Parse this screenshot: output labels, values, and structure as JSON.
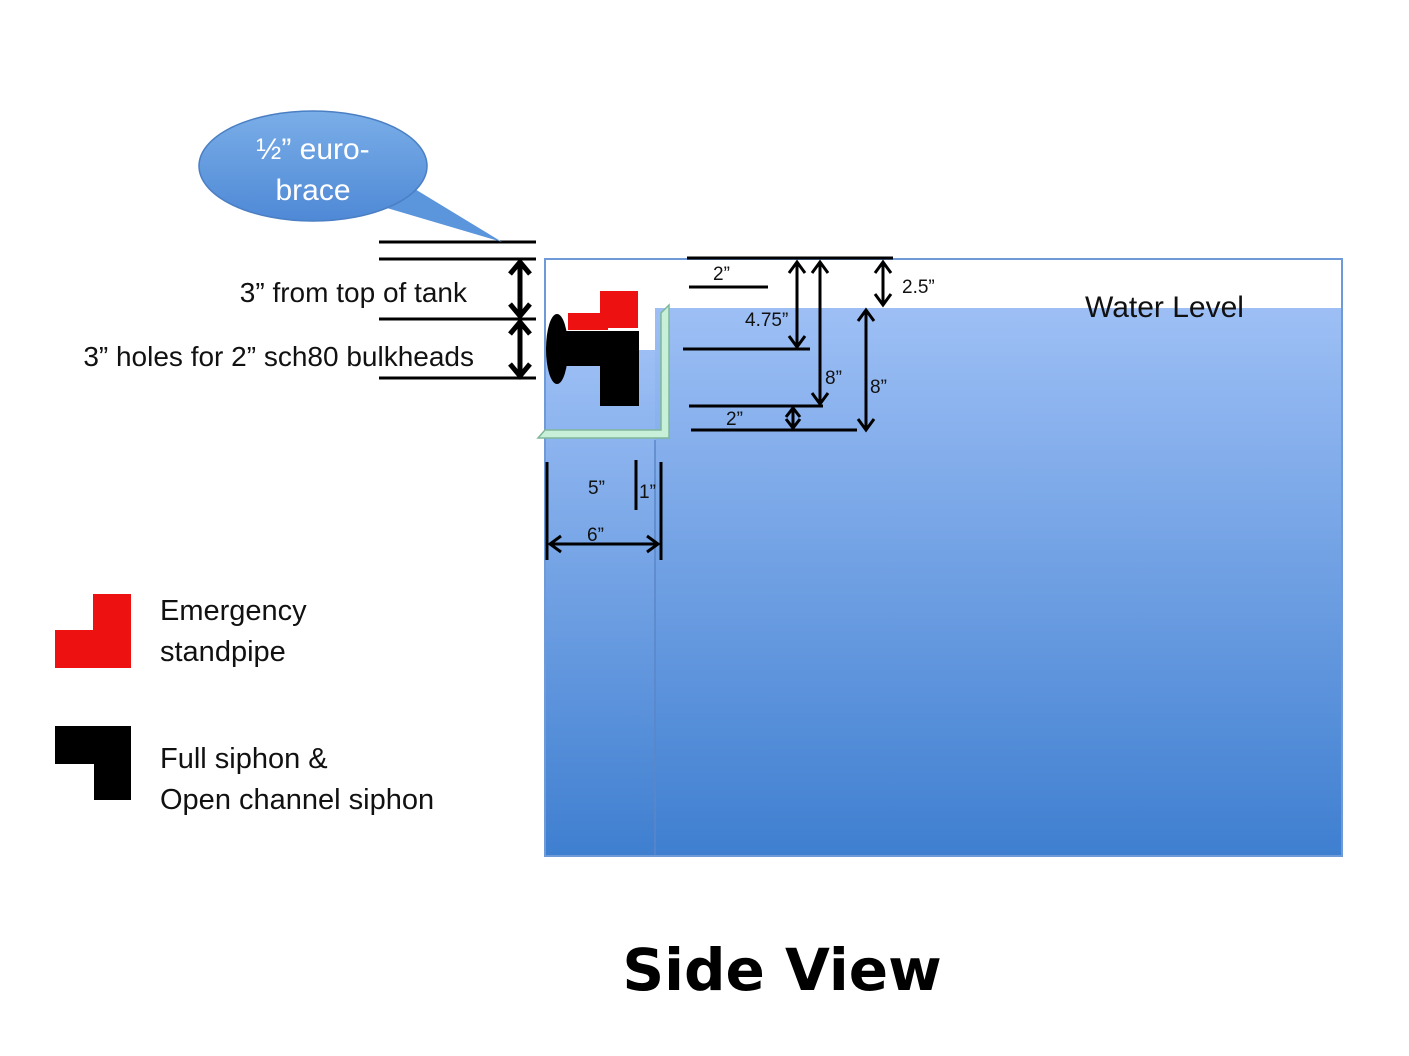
{
  "callout": {
    "line1": "½” euro-",
    "line2": "brace"
  },
  "labels": {
    "from_top": "3” from top of tank",
    "holes": "3” holes for 2” sch80 bulkheads",
    "water_level": "Water Level"
  },
  "dimensions": {
    "d_2_top": "2”",
    "d_2_5": "2.5”",
    "d_4_75": "4.75”",
    "d_8_a": "8”",
    "d_8_b": "8”",
    "d_2_bottom": "2”",
    "d_5": "5”",
    "d_1": "1”",
    "d_6": "6”"
  },
  "legend": {
    "emergency_line1": "Emergency",
    "emergency_line2": "standpipe",
    "siphon_line1": "Full siphon &",
    "siphon_line2": "Open channel siphon"
  },
  "title": "Side View",
  "colors": {
    "water_top": "#9dbff5",
    "water_bottom": "#3f7fd0",
    "tank_border": "#6f9ad8",
    "standpipe_red": "#ee1111",
    "siphon_black": "#000000",
    "baffle": "#c8f0d8",
    "callout_fill": "#5b95dc"
  }
}
